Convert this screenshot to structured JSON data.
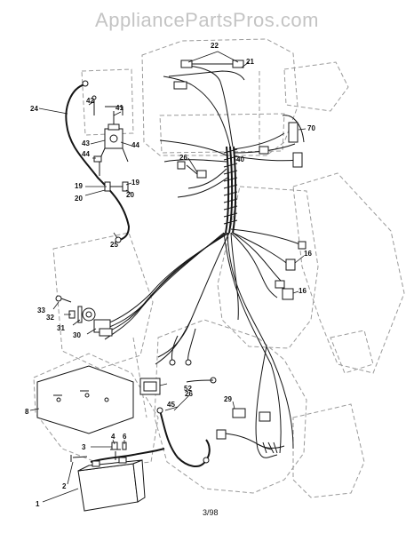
{
  "watermark": "AppliancePartsPros.com",
  "footer": "3/98",
  "callouts": {
    "c1": "1",
    "c2": "2",
    "c3": "3",
    "c4": "4",
    "c6": "6",
    "c8": "8",
    "c16a": "16",
    "c16b": "16",
    "c19a": "19",
    "c19b": "19",
    "c20a": "20",
    "c20b": "20",
    "c21": "21",
    "c22": "22",
    "c24": "24",
    "c25": "25",
    "c26a": "26",
    "c26b": "26",
    "c29": "29",
    "c30": "30",
    "c31": "31",
    "c32": "32",
    "c33": "33",
    "c40": "40",
    "c41": "41",
    "c42": "42",
    "c43": "43",
    "c44a": "44",
    "c44b": "44",
    "c45": "45",
    "c52": "52",
    "c70": "70"
  },
  "colors": {
    "ink": "#151515",
    "phantom": "#9a9a9a",
    "watermark": "#c4c4c4"
  },
  "icons": [
    "battery-icon",
    "solenoid-icon",
    "ignition-switch-icon",
    "wire-harness-icon"
  ]
}
